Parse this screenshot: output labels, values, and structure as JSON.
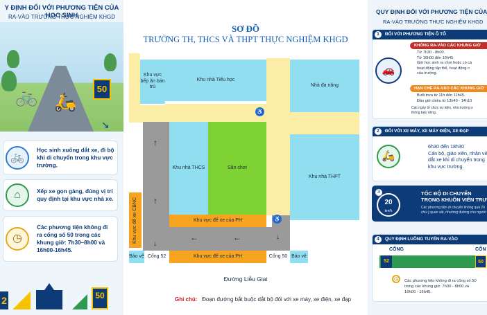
{
  "left_panel": {
    "title": "Y ĐỊNH ĐỐI VỚI PHƯƠNG TIỆN CỦA HỌC SINH",
    "subtitle": "RA-VÀO TRƯỜNG THỰC NGHIỆM KHGD",
    "hero_sign": "50",
    "rules": [
      {
        "icon": "bike-walk-icon",
        "text": "Học sinh xuống dắt xe, đi bộ khi di chuyển trong khu vực trường."
      },
      {
        "icon": "parking-icon",
        "text": "Xếp xe gọn gàng, đúng vị trí quy định tại khu vực nhà xe."
      },
      {
        "icon": "clock-icon",
        "text": "Các phương tiện không đi ra cổng số 50 trong các khung giờ: 7h30–8h00 và 16h00-16h45."
      }
    ],
    "bottom_sign_left": "2",
    "bottom_sign_right": "50"
  },
  "map": {
    "title": "SƠ ĐỒ",
    "subtitle": "TRƯỜNG TH, THCS VÀ THPT THỰC NGHIỆM KHGD",
    "zones": {
      "kitchen": "Khu vực bếp ăn bán trú",
      "primary": "Khu nhà Tiểu học",
      "multipurpose": "Nhà đa năng",
      "thcs": "Khu nhà THCS",
      "playground": "Sân chơi",
      "thpt": "Khu nhà THPT",
      "staff_parking": "Khu vực để xe CBNC",
      "ph_parking_upper": "Khu vực để xe của PH",
      "ph_parking_lower": "Khu vực để xe của PH",
      "guard_left": "Bảo vệ",
      "guard_right": "Bảo vệ",
      "gate_52": "Cổng 52",
      "gate_50": "Cổng 50"
    },
    "street": "Đường Liễu Giai",
    "note_label": "Ghi chú:",
    "note_text": "Đoạn đường bắt buộc dắt bộ đối với xe máy, xe điện, xe đạp"
  },
  "right_panel": {
    "title": "QUY ĐỊNH ĐỐI VỚI PHƯƠNG TIỆN CỦA CBG",
    "subtitle": "RA-VÀO TRƯỜNG THỰC NGHIỆM KHGD",
    "sec1": {
      "num": "1",
      "head": "ĐỐI VỚI PHƯƠNG TIỆN Ô TÔ",
      "forbidden": "KHÔNG RA-VÀO CÁC KHUNG GIỜ",
      "forbidden_items": [
        "Từ 7h30 - 8h00.",
        "Từ 16h00 đến 16h45.",
        "Giờ học sinh ra chơi hoặc có cá",
        "hoạt động tập thể, hoạt động c",
        "của trường."
      ],
      "limited": "HẠN CHẾ RA-VÀO CÁC KHUNG GIỜ",
      "limited_items": [
        "Buổi trưa từ 11h đến 11h45.",
        "Đầu giờ chiều từ 13h40 - 14h10"
      ],
      "footnote": [
        "Các ngày tổ chức sự kiện, nhà trường s",
        "thông báo riêng."
      ]
    },
    "sec2": {
      "num": "2",
      "head": "ĐỐI VỚI XE MÁY, XE MÁY ĐIỆN, XE ĐẠP",
      "text": [
        "6h30 đến 18h30",
        "Cán bộ, giáo viên, nhân viê",
        "dắt xe khi di chuyển trong",
        "khu vực trường."
      ]
    },
    "sec3": {
      "num": "3",
      "head": [
        "TỐC ĐỘ DI CHUYỂN",
        "TRONG KHUÔN VIÊN TRƯỜN"
      ],
      "text": [
        "Các phương tiện di chuyển không quá 20",
        "chú ý quan sát, nhường đường cho người"
      ],
      "speed": "20",
      "unit": "km/h"
    },
    "sec4": {
      "num": "4",
      "head": "QUY ĐỊNH LUỒNG TUYẾN RA-VÀO",
      "gate_left": "CỔNG",
      "gate_right": "CỔN",
      "sign_left": "52",
      "sign_right": "50",
      "text": [
        "Các phương tiện không đi ra cổng số 50",
        "trong các khung giờ: 7h30 - 8h00 và",
        "16h00 - 16h45."
      ]
    }
  },
  "colors": {
    "navy": "#0d3b78",
    "cyan_building": "#91def0",
    "road_yellow": "#fbeca6",
    "road_gray": "#9a9a9a",
    "playground_green": "#7fd233",
    "parking_orange": "#f6a320",
    "walk_icon_blue": "#1f6fd1",
    "note_red": "#c41b1b"
  }
}
